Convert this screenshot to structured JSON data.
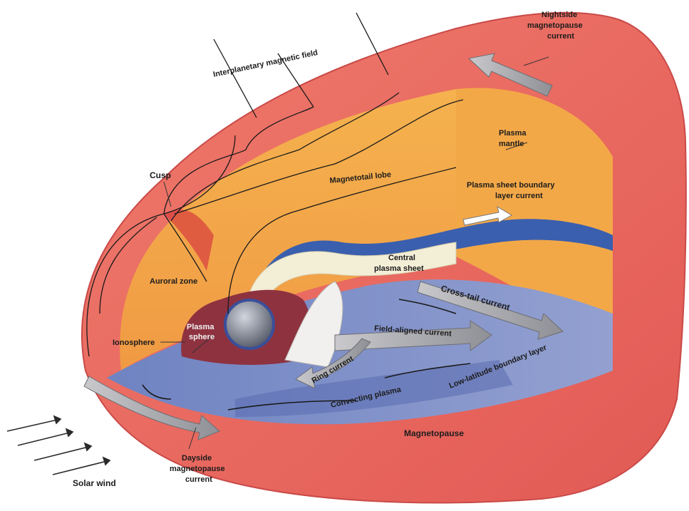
{
  "labels": {
    "imf": "Interplanetary magnetic field",
    "nightside_1": "Nightside",
    "nightside_2": "magnetopause",
    "nightside_3": "current",
    "plasma_mantle_1": "Plasma",
    "plasma_mantle_2": "mantle",
    "cusp": "Cusp",
    "magnetotail_lobe": "Magnetotail lobe",
    "psbl_1": "Plasma sheet boundary",
    "psbl_2": "layer current",
    "central_ps_1": "Central",
    "central_ps_2": "plasma sheet",
    "auroral_zone": "Auroral zone",
    "cross_tail": "Cross-tail current",
    "plasmasphere_1": "Plasma",
    "plasmasphere_2": "sphere",
    "ionosphere": "Ionosphere",
    "field_aligned": "Field-aligned current",
    "ring_current": "Ring current",
    "llbl": "Low-latitude boundary layer",
    "convecting": "Convecting plasma",
    "magnetopause": "Magnetopause",
    "dayside_1": "Dayside",
    "dayside_2": "magnetopause",
    "dayside_3": "current",
    "solar_wind": "Solar wind"
  },
  "colors": {
    "magnetopause_red": "#e8605a",
    "inner_red": "#f07a6a",
    "orange_wall": "#f4a84a",
    "blue_floor": "#7c8ec6",
    "plasma_sheet_blue": "#3d5fa8",
    "cream": "#f3eed6",
    "earth_gray": "#8a8f9e",
    "maroon": "#8e3240",
    "arrow_gray": "#b4b4b8"
  }
}
